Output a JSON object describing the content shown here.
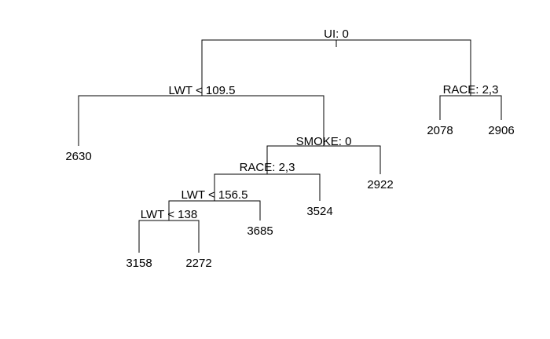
{
  "tree": {
    "root": {
      "split": "UI: 0",
      "left": {
        "split": "LWT < 109.5",
        "left": {
          "value": "2630"
        },
        "right": {
          "split": "SMOKE: 0",
          "left": {
            "split": "RACE: 2,3",
            "left": {
              "split": "LWT < 156.5",
              "left": {
                "split": "LWT < 138",
                "left": {
                  "value": "3158"
                },
                "right": {
                  "value": "2272"
                }
              },
              "right": {
                "value": "3685"
              }
            },
            "right": {
              "value": "3524"
            }
          },
          "right": {
            "value": "2922"
          }
        }
      },
      "right": {
        "split": "RACE: 2,3",
        "left": {
          "value": "2078"
        },
        "right": {
          "value": "2906"
        }
      }
    }
  }
}
